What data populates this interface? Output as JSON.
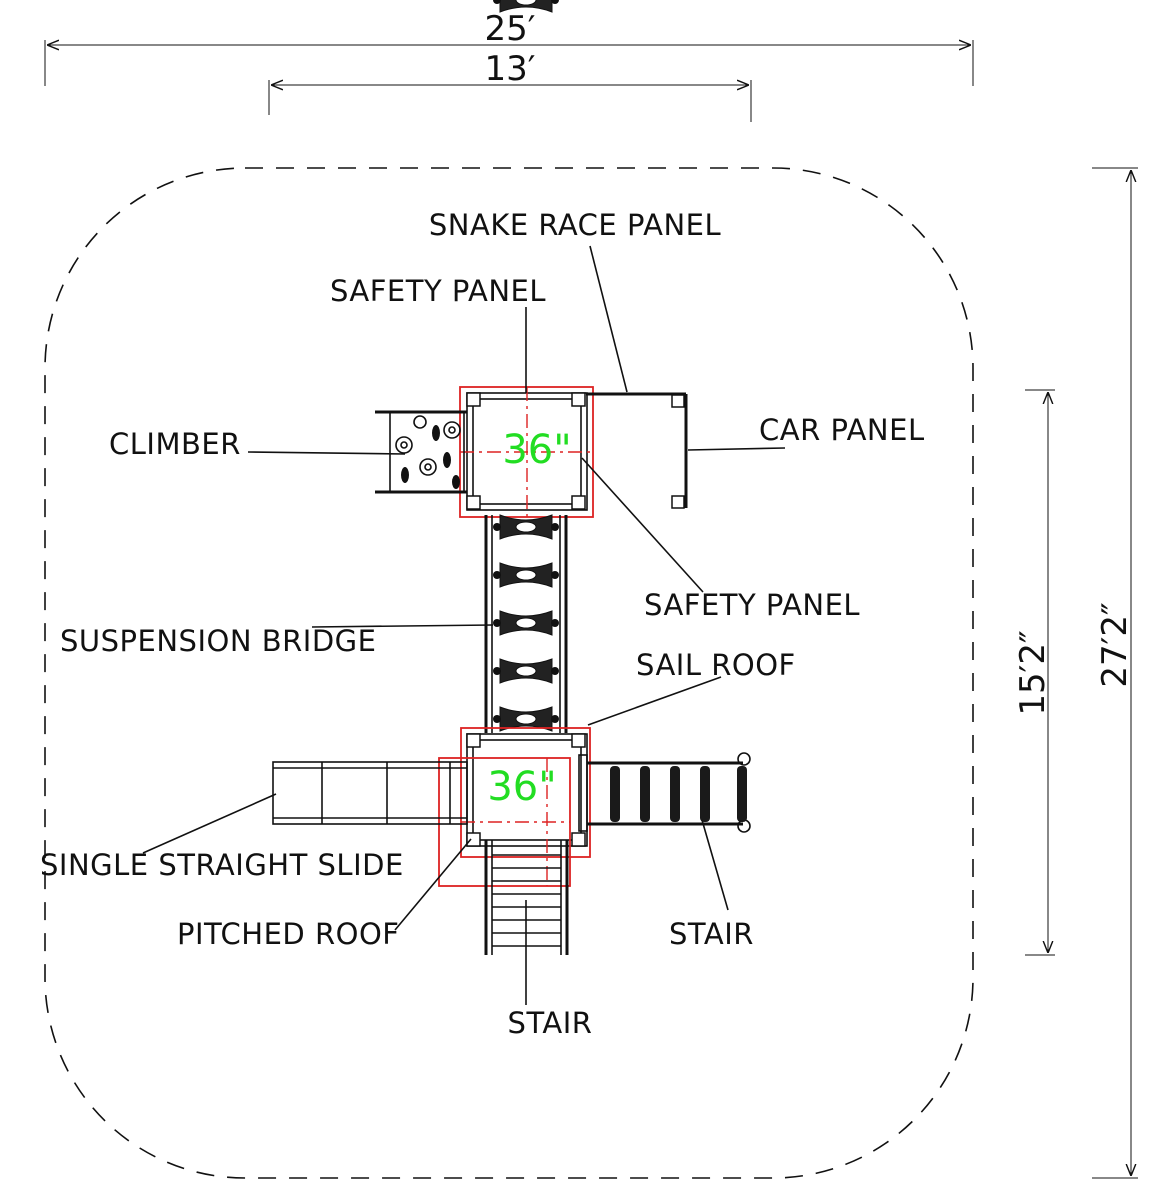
{
  "dimensions": {
    "overall_width": "25′",
    "deck_width": "13′",
    "deck_length": "15′2″",
    "overall_length": "27′2″"
  },
  "decks": {
    "upper_height": "36\"",
    "lower_height": "36\""
  },
  "labels": {
    "snake_race_panel": "SNAKE RACE PANEL",
    "safety_panel_top": "SAFETY PANEL",
    "climber": "CLIMBER",
    "car_panel": "CAR PANEL",
    "safety_panel_right": "SAFETY PANEL",
    "suspension_bridge": "SUSPENSION BRIDGE",
    "sail_roof": "SAIL ROOF",
    "single_straight_slide": "SINGLE STRAIGHT SLIDE",
    "pitched_roof": "PITCHED ROOF",
    "stair_right": "STAIR",
    "stair_bottom": "STAIR"
  },
  "colors": {
    "deck_height_text": "#22dd22",
    "roof_outline": "#dd2222",
    "line": "#111111"
  }
}
